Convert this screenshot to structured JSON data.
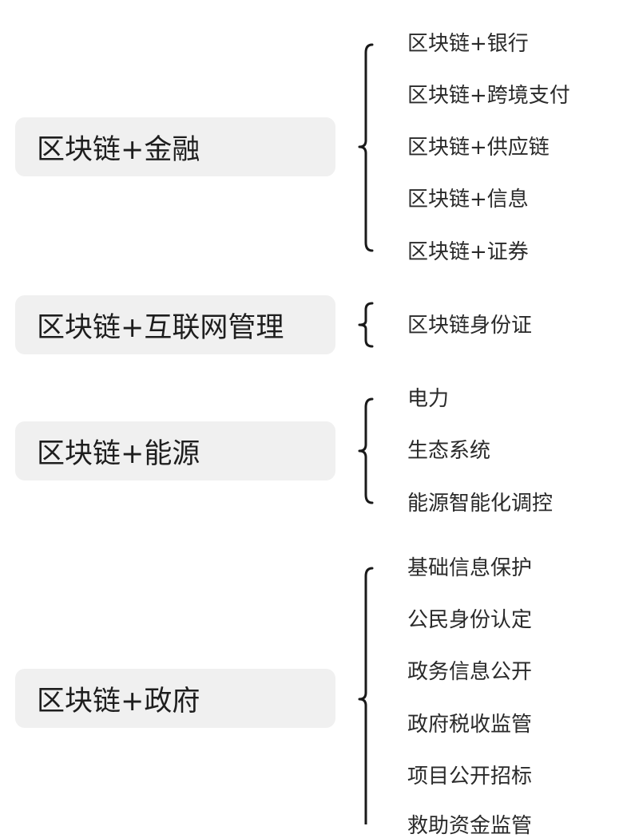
{
  "groups": [
    {
      "label": "区块链+金融",
      "items": [
        "区块链+银行",
        "区块链+跨境支付",
        "区块链+供应链",
        "区块链+信息",
        "区块链+证券"
      ]
    },
    {
      "label": "区块链+互联网管理",
      "items": [
        "区块链身份证"
      ]
    },
    {
      "label": "区块链+能源",
      "items": [
        "电力",
        "生态系统",
        "能源智能化调控"
      ]
    },
    {
      "label": "区块链+政府",
      "items": [
        "基础信息保护",
        "公民身份认定",
        "政务信息公开",
        "政府税收监管",
        "项目公开招标",
        "救助资金监管"
      ]
    }
  ]
}
